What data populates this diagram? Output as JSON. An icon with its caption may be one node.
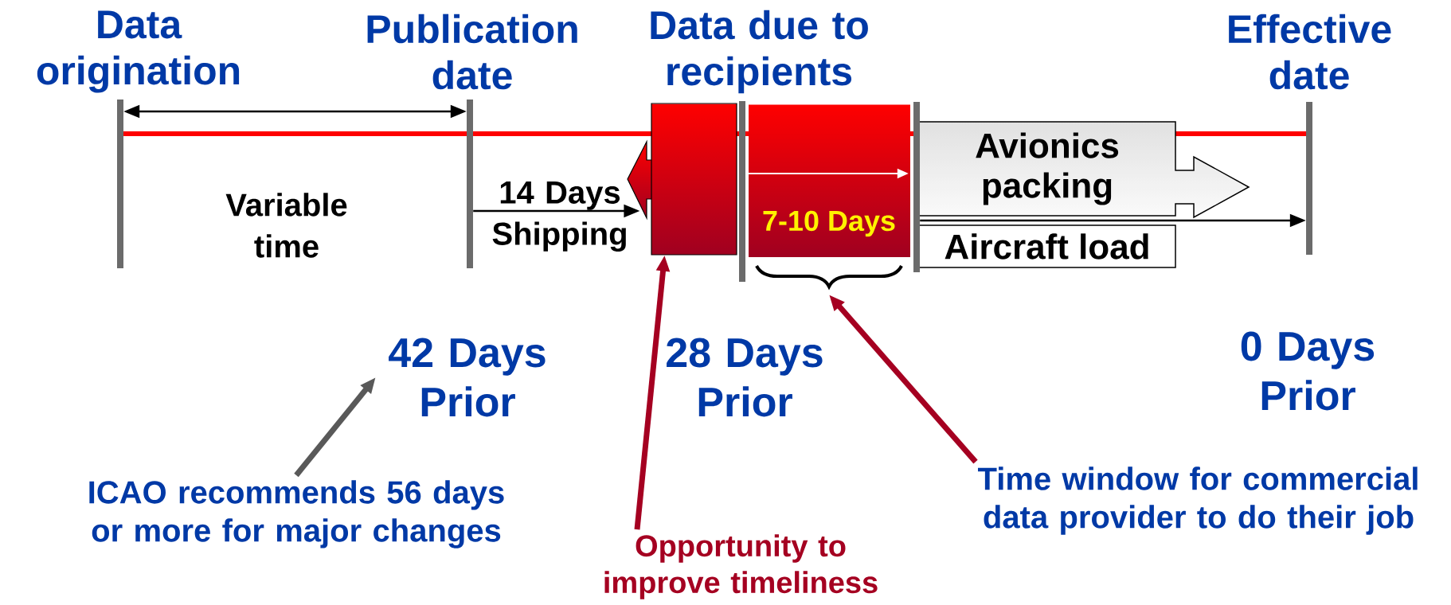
{
  "diagram": {
    "nodes": [
      {
        "text": [
          "Data origination"
        ]
      },
      {
        "text": [
          "Publication date"
        ]
      },
      {
        "text": [
          "Data due to recipients"
        ]
      },
      {
        "text": [],
        "shape": "bar"
      },
      {
        "text": [
          "Effective date"
        ]
      },
      {
        "text": [],
        "shape": "box"
      },
      {
        "text": [
          "7-10 Days"
        ]
      },
      {
        "text": [
          "Avionics packing"
        ]
      },
      {
        "text": [
          "Aircraft load"
        ]
      },
      {
        "text": [],
        "shape": "brace"
      },
      {
        "text": [
          "42 Days Prior"
        ]
      },
      {
        "text": [
          "28 Days Prior"
        ]
      },
      {
        "text": [
          "0 Days Prior"
        ]
      },
      {
        "text": [
          "ICAO recommends 56 days or more for major changes"
        ]
      },
      {
        "text": [
          "Opportunity to improve timeliness"
        ]
      },
      {
        "text": [
          "Time window for commercial data provider to do their job"
        ]
      }
    ],
    "edges": [
      {
        "from": 0,
        "to": 1,
        "arrow": "both"
      },
      {
        "from": 1,
        "to": 5,
        "arrow": "to"
      },
      {
        "from": 3,
        "to": 4,
        "arrow": "to"
      },
      {
        "from": 13,
        "to": 10,
        "arrow": "to",
        "style": "thick",
        "color": "#595959"
      },
      {
        "from": 14,
        "to": 5,
        "arrow": "to",
        "style": "thick",
        "color": "#a50021"
      },
      {
        "from": 15,
        "to": 9,
        "arrow": "to",
        "style": "thick",
        "color": "#a50021"
      },
      {
        "from": 2,
        "to": 3,
        "arrow": "to",
        "color": "#ffffff"
      }
    ],
    "labels": [
      "Variable time",
      "14 Days Shipping"
    ]
  }
}
